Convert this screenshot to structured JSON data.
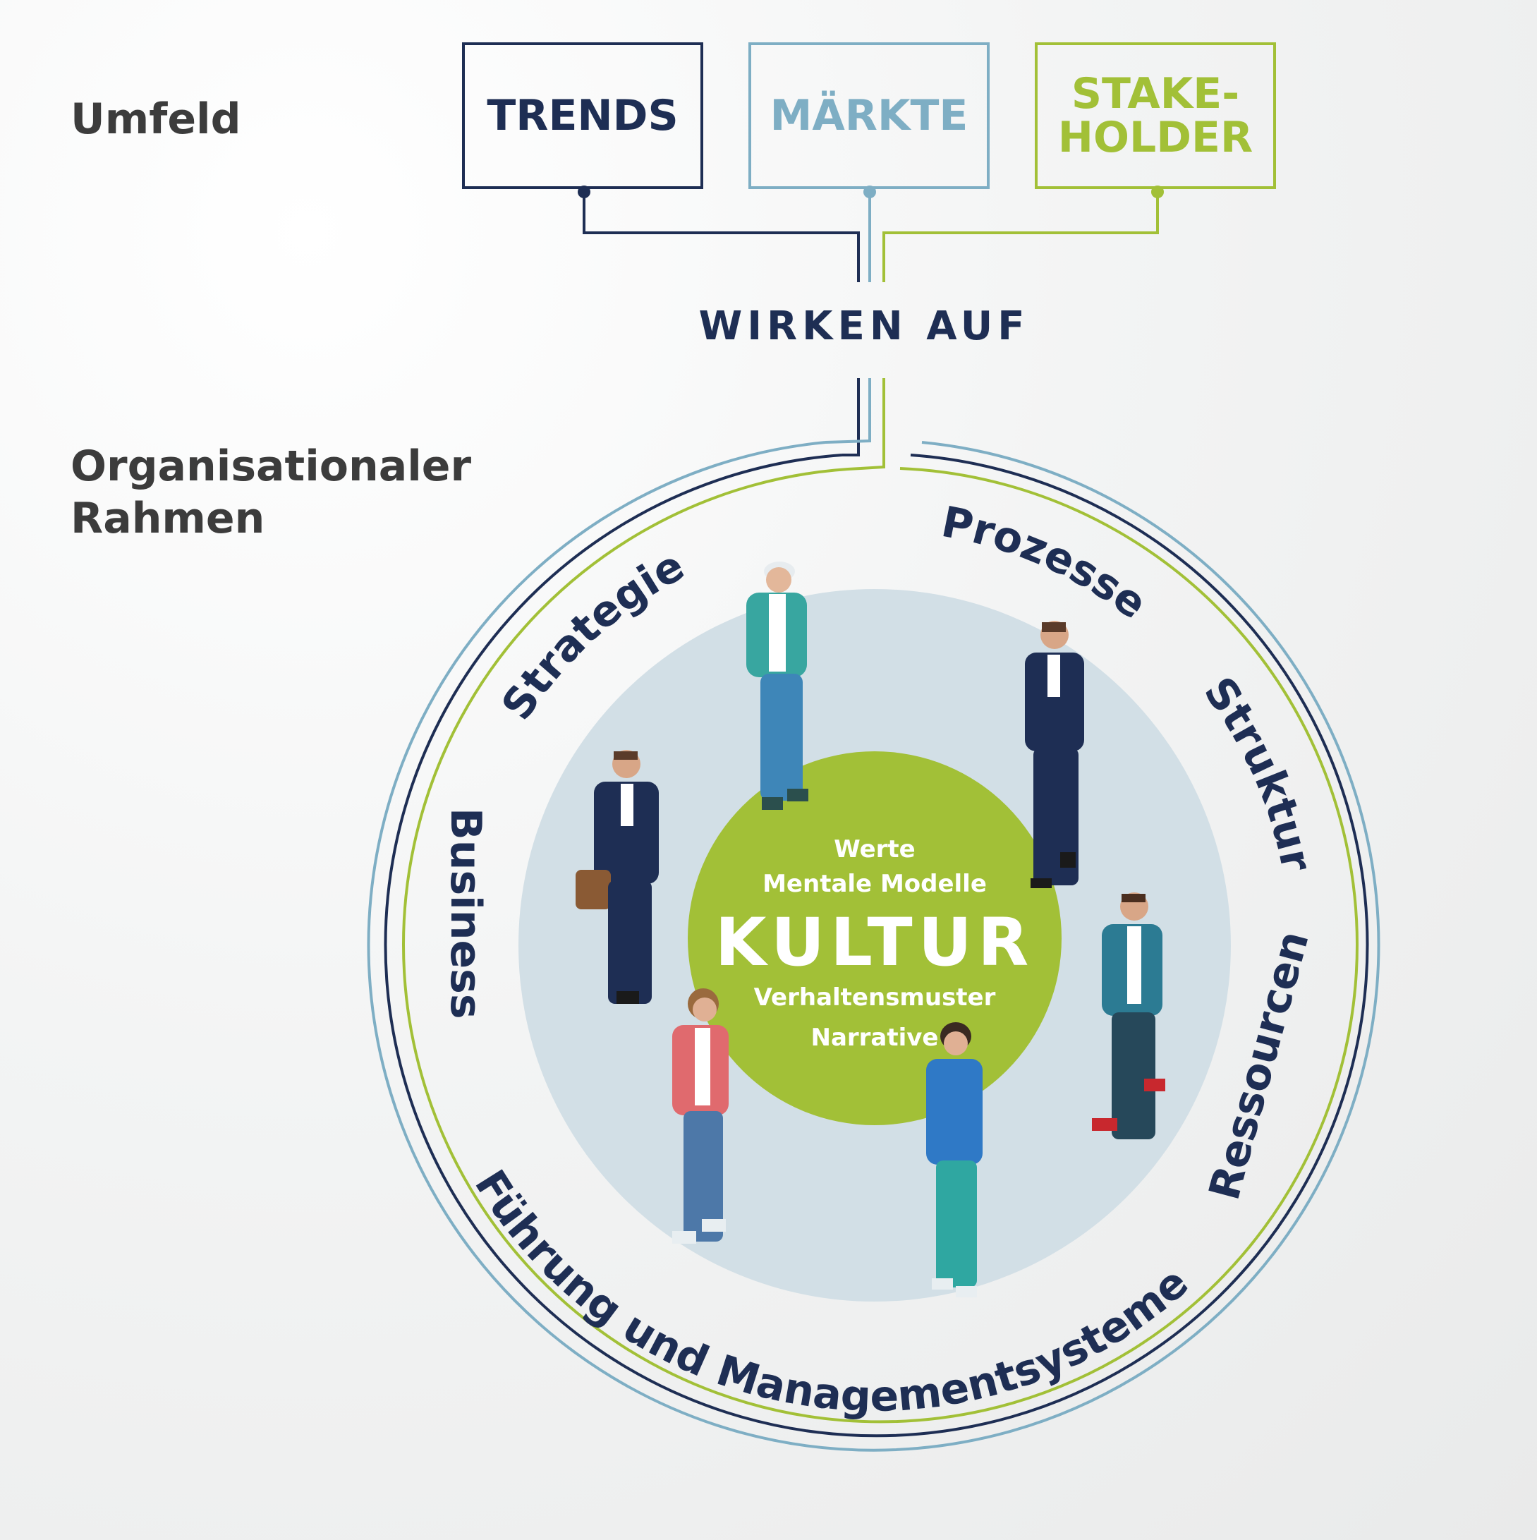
{
  "labels": {
    "umfeld": "Umfeld",
    "organisational_line1": "Organisationaler",
    "organisational_line2": "Rahmen"
  },
  "environment_boxes": [
    {
      "text": "TRENDS",
      "color": "#1e2e54"
    },
    {
      "text": "MÄRKTE",
      "color": "#7eaec4"
    },
    {
      "text": "STAKE-\nHOLDER",
      "color": "#a2c037"
    }
  ],
  "connector_label": "WIRKEN AUF",
  "ring_labels": {
    "strategie": "Strategie",
    "prozesse": "Prozesse",
    "struktur": "Struktur",
    "business": "Business",
    "ressourcen": "Ressourcen",
    "fuehrung": "Führung und Managementsysteme"
  },
  "core": {
    "title": "KULTUR",
    "items_above": [
      "Werte",
      "Mentale Modelle"
    ],
    "items_below": [
      "Verhaltensmuster",
      "Narrative"
    ]
  },
  "colors": {
    "navy": "#1e2e54",
    "light_blue": "#7eaec4",
    "green": "#a2c037",
    "inner_disc": "#d2dfe6",
    "label_gray": "#3c3c3c"
  },
  "figures": [
    "person-hipster",
    "person-suit-standing",
    "person-businessman-briefcase",
    "person-phone-caller",
    "person-woman-red-jacket",
    "person-woman-blue-sweater"
  ]
}
